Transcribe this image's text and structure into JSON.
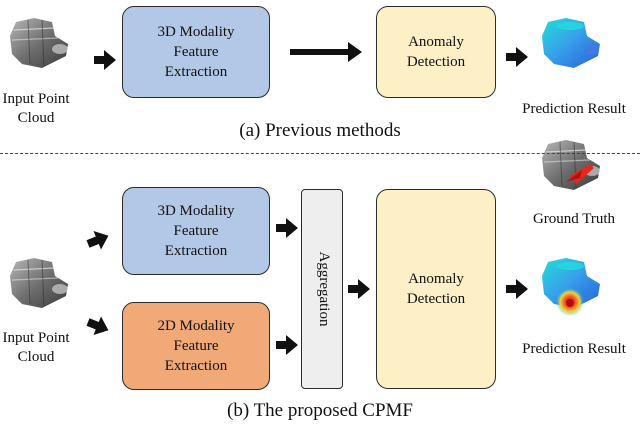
{
  "panel_a": {
    "input_label_line1": "Input Point",
    "input_label_line2": "Cloud",
    "feature_box_line1": "3D Modality",
    "feature_box_line2": "Feature",
    "feature_box_line3": "Extraction",
    "detect_box_line1": "Anomaly",
    "detect_box_line2": "Detection",
    "result_label": "Prediction Result",
    "caption": "(a) Previous methods"
  },
  "panel_b": {
    "input_label_line1": "Input Point",
    "input_label_line2": "Cloud",
    "feature3d_line1": "3D Modality",
    "feature3d_line2": "Feature",
    "feature3d_line3": "Extraction",
    "feature2d_line1": "2D Modality",
    "feature2d_line2": "Feature",
    "feature2d_line3": "Extraction",
    "aggregation": "Aggregation",
    "detect_box_line1": "Anomaly",
    "detect_box_line2": "Detection",
    "ground_truth_label": "Ground Truth",
    "result_label": "Prediction Result",
    "caption": "(b) The proposed CPMF"
  },
  "colors": {
    "box_3d": "#b3c7e6",
    "box_2d": "#f1a978",
    "box_detect": "#fdefc6",
    "box_aggregation": "#eeeeee",
    "object_grey": "#7a7a7a",
    "heatmap_blue": "#33a7e8",
    "heatmap_red": "#e8261e"
  },
  "icons": [
    "point-cloud-object-icon",
    "prediction-heatmap-icon",
    "ground-truth-object-icon",
    "arrow-icon"
  ]
}
